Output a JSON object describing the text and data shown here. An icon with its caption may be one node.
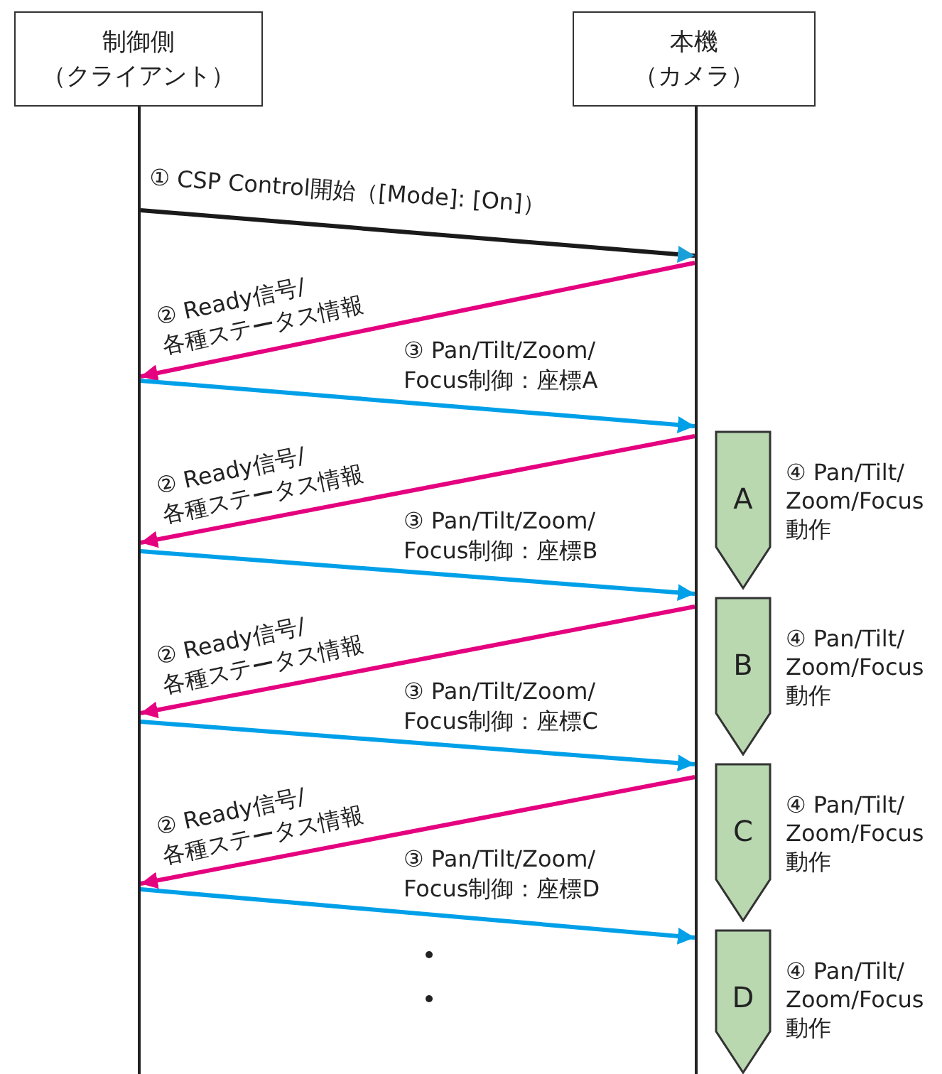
{
  "diagram": {
    "nodes": [
      {
        "text": [
          "制御側",
          "（クライアント）"
        ]
      },
      {
        "text": [
          "本機",
          "（カメラ）"
        ]
      },
      {
        "text": [],
        "shape": "bar"
      },
      {
        "text": [],
        "shape": "bar"
      },
      {
        "text": [
          "A"
        ],
        "beside": [
          "④ Pan/Tilt/Zoom/Focus 動作"
        ]
      },
      {
        "text": [
          "B"
        ],
        "beside": [
          "④ Pan/Tilt/Zoom/Focus 動作"
        ]
      },
      {
        "text": [
          "C"
        ],
        "beside": [
          "④ Pan/Tilt/Zoom/Focus 動作"
        ]
      },
      {
        "text": [
          "D"
        ],
        "beside": [
          "④ Pan/Tilt/Zoom/Focus 動作"
        ]
      }
    ],
    "edges": [
      {
        "from": 2,
        "to": 3,
        "arrow": "to",
        "label": "① CSP Control開始（[Mode]: [On]）",
        "color": "#1a1a1a"
      },
      {
        "from": 3,
        "to": 2,
        "arrow": "to",
        "label": "② Ready信号/ 各種ステータス情報",
        "color": "#e5007f"
      },
      {
        "from": 2,
        "to": 3,
        "arrow": "to",
        "label": "③ Pan/Tilt/Zoom/ Focus制御：座標A",
        "color": "#00a0e9"
      },
      {
        "from": 3,
        "to": 2,
        "arrow": "to",
        "label": "② Ready信号/ 各種ステータス情報",
        "color": "#e5007f"
      },
      {
        "from": 2,
        "to": 3,
        "arrow": "to",
        "label": "③ Pan/Tilt/Zoom/ Focus制御：座標B",
        "color": "#00a0e9"
      },
      {
        "from": 3,
        "to": 2,
        "arrow": "to",
        "label": "② Ready信号/ 各種ステータス情報",
        "color": "#e5007f"
      },
      {
        "from": 2,
        "to": 3,
        "arrow": "to",
        "label": "③ Pan/Tilt/Zoom/ Focus制御：座標C",
        "color": "#00a0e9"
      },
      {
        "from": 3,
        "to": 2,
        "arrow": "to",
        "label": "② Ready信号/ 各種ステータス情報",
        "color": "#e5007f"
      },
      {
        "from": 2,
        "to": 3,
        "arrow": "to",
        "label": "③ Pan/Tilt/Zoom/ Focus制御：座標D",
        "color": "#00a0e9"
      }
    ]
  }
}
